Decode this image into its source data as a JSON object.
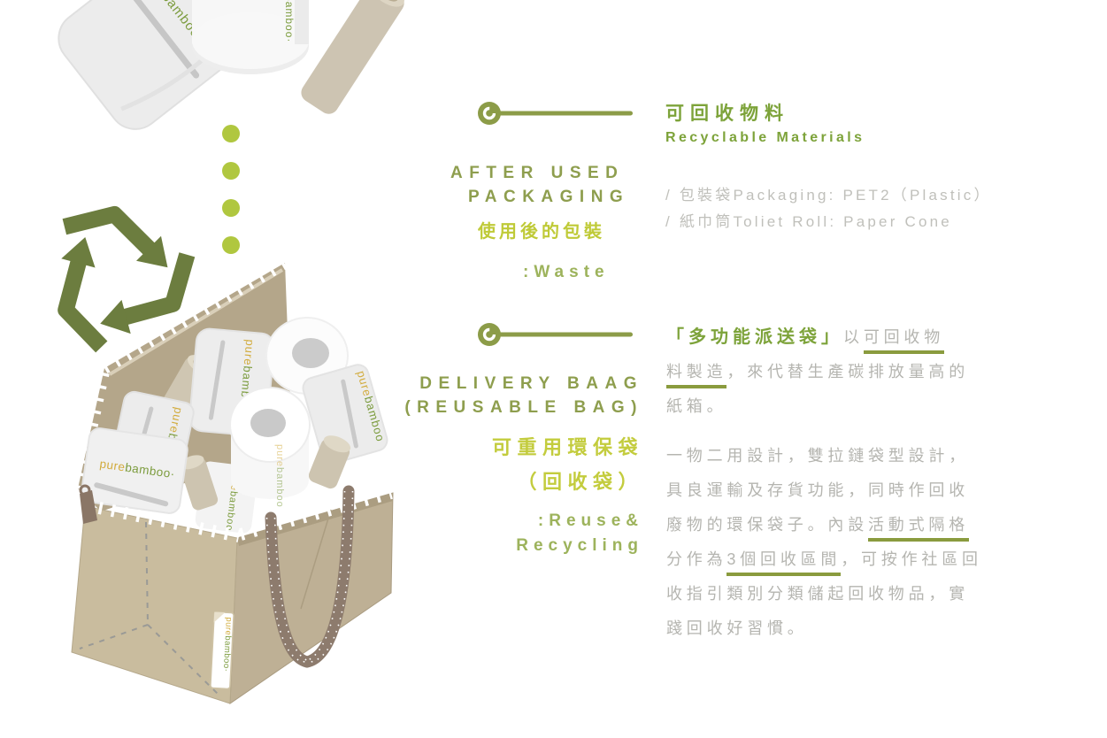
{
  "brand": {
    "pure": "pure",
    "bamboo": "bamboo",
    "dot": "·",
    "pure_color": "#d2ac3e",
    "bamboo_color": "#7c9c3e"
  },
  "palette": {
    "heading_green": "#7da33a",
    "olive_caps": "#8e9e4e",
    "bright_yellow_green": "#c0ca38",
    "tag_green": "#9db35c",
    "underline_olive": "#8a9b3e",
    "paragraph_gray": "#b5b5b0",
    "dot_green": "#b0c73f",
    "recycle_green": "#6c7d3f",
    "bag_tan": "#c9bc9e",
    "rope_brown": "#8d7b6d"
  },
  "section_after_used": {
    "label_line1": "AFTER USED",
    "label_line2": "PACKAGING",
    "label_zh": "使用後的包裝",
    "state_tag": ":Waste",
    "title_zh": "可回收物料",
    "title_en": "Recyclable Materials",
    "materials": [
      "/ 包裝袋Packaging: PET2（Plastic）",
      "/ 紙巾筒Toliet Roll: Paper Cone"
    ]
  },
  "section_delivery_bag": {
    "label_line1": "DELIVERY BAAG",
    "label_line2": "(REUSABLE BAG)",
    "label_zh_line1": "可重用環保袋",
    "label_zh_line2": "（回收袋）",
    "state_tag_line1": ":Reuse&",
    "state_tag_line2": "Recycling",
    "para1": {
      "title": "「多功能派送袋」",
      "plain_a": "以",
      "underline_1": "可回收物",
      "underline_2": "料製造",
      "plain_b": "，來代替生產碳排放量高的",
      "line3": "紙箱。"
    },
    "para2": {
      "line1": "一物二用設計，雙拉鏈袋型設計，",
      "line2": "具良運輸及存貨功能，同時作回收",
      "line3_plain": "廢物的環保袋子。內設",
      "line3_underline": "活動式隔格",
      "line4_plain1": "分作為",
      "line4_underline": "3個回收區間",
      "line4_plain2": "，可按作社區回",
      "line5": "收指引類別分類儲起回收物品，實",
      "line6": "踐回收好習慣。"
    }
  }
}
